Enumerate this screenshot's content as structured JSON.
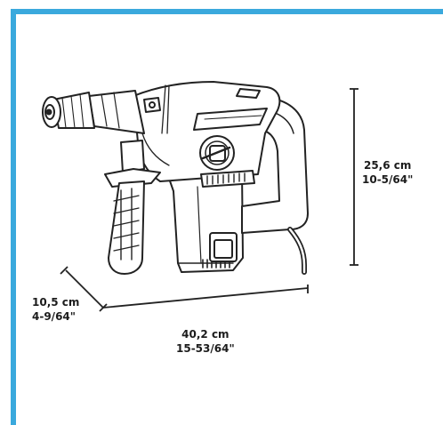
{
  "frame_color": "#3aa9dd",
  "dimensions": {
    "height": {
      "metric": "25,6 cm",
      "imperial": "10-5/64\""
    },
    "width": {
      "metric": "10,5 cm",
      "imperial": "4-9/64\""
    },
    "length": {
      "metric": "40,2 cm",
      "imperial": "15-53/64\""
    }
  }
}
